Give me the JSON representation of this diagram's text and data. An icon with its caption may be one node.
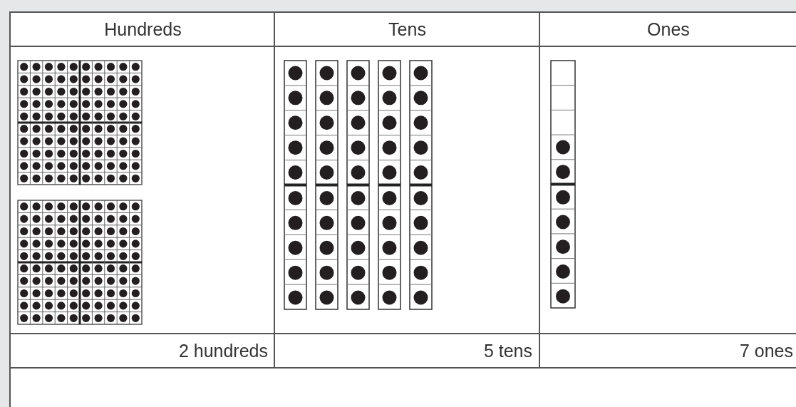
{
  "diagram": {
    "labels": [
      "Hundreds",
      "Tens",
      "Ones",
      "2 hundreds",
      "5 tens",
      "7 ones"
    ]
  }
}
